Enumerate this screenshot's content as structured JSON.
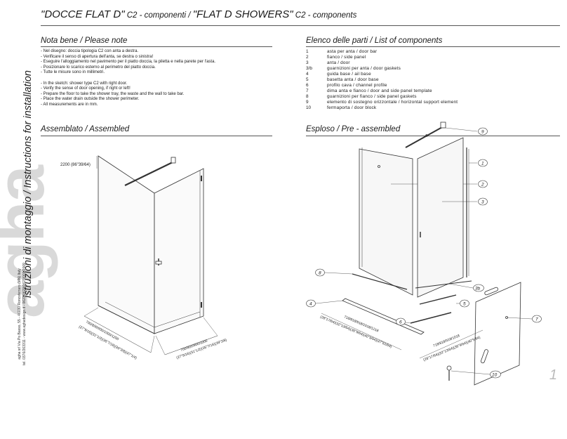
{
  "brand": {
    "logo_text": "agha",
    "vertical_title": "istruzioni di montaggio / Instructions for installation",
    "address_line1": "agha srl Via Po Basso, 55 - 46030 Roncoferraro (MN) Italy",
    "address_line2": "tel. 0376/263311 - www.aghadesign.it - 0623/0623/0623/001/2009"
  },
  "header": {
    "title_main_1": "\"DOCCE FLAT D\"",
    "title_sub_1": " C2 - componenti / ",
    "title_main_2": "\"FLAT D SHOWERS\"",
    "title_sub_2": " C2 - components"
  },
  "notes": {
    "heading": "Nota bene / Please note",
    "it_lines": [
      "- Nel disegno: doccia tipologia C2 con anta a destra.",
      "- Verificare il senso di apertura dell'anta, se destra o sinistra!",
      "- Eseguire l'alloggiamento nel pavimento per il piatto doccia, la piletta e nella parete per l'asta.",
      "- Posizionare lo scarico esterno al perimetro del piatto doccia.",
      "- Tutte le misure sono in millimetri."
    ],
    "en_lines": [
      "- In the sketch: shower type C2 with right door.",
      "- Verify the sense of door opening, if right or left!",
      "- Prepare the floor to take the shower tray, the waste and the wall to take bar.",
      "- Place the water drain outside the shower perimeter.",
      "- All measurements are in mm."
    ]
  },
  "parts": {
    "heading": "Elenco delle parti / List of components",
    "items": [
      {
        "num": "1",
        "label": "asta per anta / door bar"
      },
      {
        "num": "2",
        "label": "fianco / side panel"
      },
      {
        "num": "3",
        "label": "anta / door"
      },
      {
        "num": "3/b",
        "label": "guarnizioni per anta / door gaskets"
      },
      {
        "num": "4",
        "label": "guida base / ail base"
      },
      {
        "num": "5",
        "label": "basetta anta / door base"
      },
      {
        "num": "6",
        "label": "profilo cava / channel profile"
      },
      {
        "num": "7",
        "label": "dima anta e fianco / door and side panel template"
      },
      {
        "num": "8",
        "label": "guarnizioni per fianco / side panel gaskets"
      },
      {
        "num": "9",
        "label": "elemento di sostegno orizzontale / horizontal support element"
      },
      {
        "num": "10",
        "label": "fermaporta / door block"
      }
    ]
  },
  "assembled": {
    "heading": "Assemblato / Assembled",
    "height_dim": "2200 (86\"39/64)",
    "front_dim": "700/800/900/1000/1200",
    "front_dim_inch": "(27\"9/16)(31\"1/2)(35\"7/16)(39\"3/8)(47\"1/4)",
    "side_dim": "700/800/900/1000",
    "side_dim_inch": "(27\"9/16)(31\"1/2)(35\"7/16)(39\"3/8)"
  },
  "exploded": {
    "heading": "Esploso / Pre - assembled",
    "callouts": [
      "9",
      "1",
      "2",
      "3",
      "8",
      "3b",
      "4",
      "5",
      "6",
      "7",
      "10"
    ],
    "rail_dim": "718/818/918/1018/1218",
    "rail_dim_inch": "(28\"17/64)(32\"13/64)(36\"9/64)(40\"5/64)(47\"61/64)",
    "base_dim": "718/818/918/1018",
    "base_dim_inch": "(28\"17/64)(32\"13/64)(36\"9/64)(40\"5/64)"
  },
  "page_number": "1"
}
